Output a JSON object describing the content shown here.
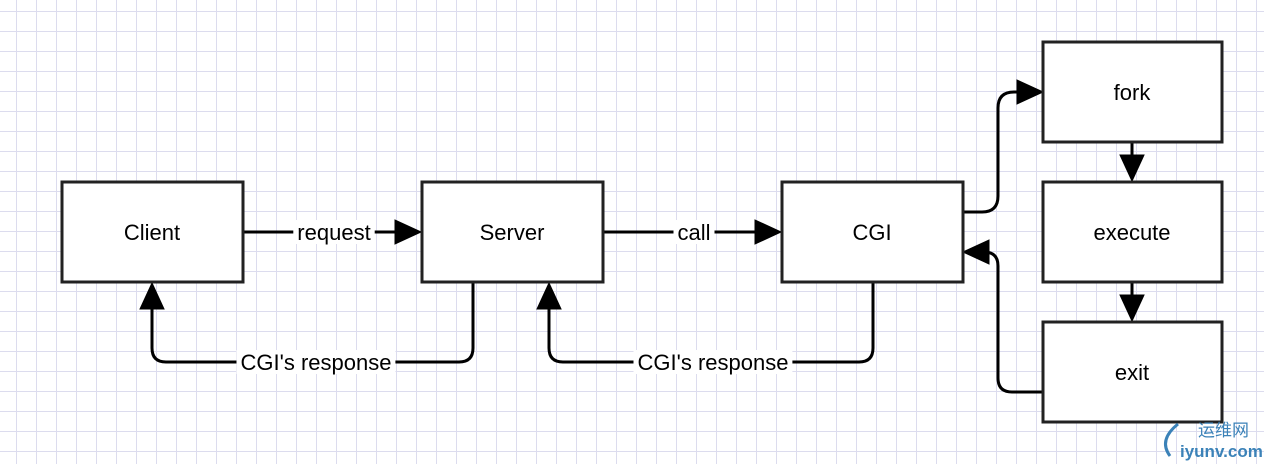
{
  "nodes": {
    "client": "Client",
    "server": "Server",
    "cgi": "CGI",
    "fork": "fork",
    "execute": "execute",
    "exit": "exit"
  },
  "edges": {
    "request": "request",
    "call": "call",
    "response_cgi_to_server": "CGI's response",
    "response_server_to_client": "CGI's response"
  },
  "watermark": {
    "brand_cn": "运维网",
    "domain": "iyunv.com"
  }
}
